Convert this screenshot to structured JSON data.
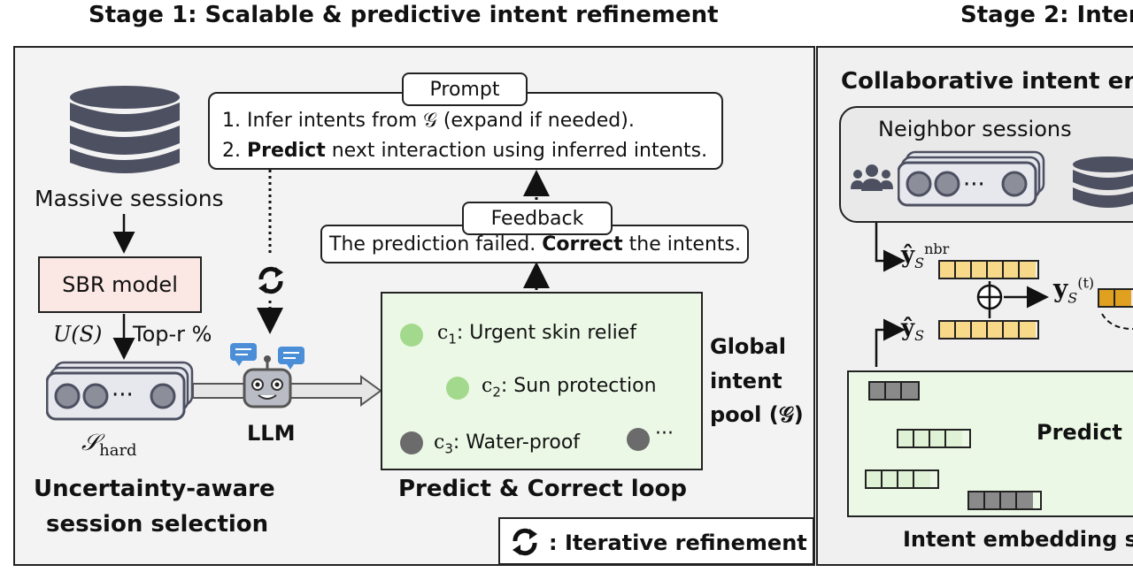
{
  "stage1": {
    "title": "Stage 1: Scalable & predictive intent refinement",
    "massive_sessions": "Massive sessions",
    "sbr_model": "SBR model",
    "uncertainty": "U(S)",
    "top_r": "Top-r %",
    "hard_label": "𝒮",
    "hard_sub": "hard",
    "ellipsis": "···",
    "llm_label": "LLM",
    "selection_title_line1": "Uncertainty-aware",
    "selection_title_line2": "session selection",
    "prompt": {
      "label": "Prompt",
      "line1": "1. Infer intents from 𝒢 (expand if needed).",
      "line2_prefix": "2. ",
      "line2_bold": "Predict",
      "line2_suffix": " next interaction using inferred intents."
    },
    "feedback": {
      "label": "Feedback",
      "text_prefix": "The prediction failed. ",
      "text_bold": "Correct",
      "text_suffix": " the intents."
    },
    "intents": [
      {
        "id": "c",
        "sub": "1",
        "label": ": Urgent skin relief",
        "color": "#a3d98c"
      },
      {
        "id": "c",
        "sub": "2",
        "label": ": Sun protection",
        "color": "#a3d98c"
      },
      {
        "id": "c",
        "sub": "3",
        "label": ": Water-proof",
        "color": "#6b6b6b"
      }
    ],
    "pool_more": "···",
    "pool_title_line1": "Global",
    "pool_title_line2": "intent",
    "pool_title_line3": "pool (𝒢)",
    "loop_title": "Predict & Correct loop",
    "legend": ": Iterative refinement"
  },
  "stage2": {
    "title": "Stage 2: Inter",
    "collab_title": "Collaborative intent en",
    "neighbor_sessions": "Neighbor sessions",
    "ellipsis": "···",
    "y_nbr": "ŷ",
    "y_nbr_sub": "S",
    "y_nbr_sup": "nbr",
    "y_s": "ŷ",
    "y_s_sub": "S",
    "y_t": "y",
    "y_t_sub": "S",
    "y_t_sup": "(t)",
    "predict": "Predict",
    "embed_title": "Intent embedding s"
  }
}
